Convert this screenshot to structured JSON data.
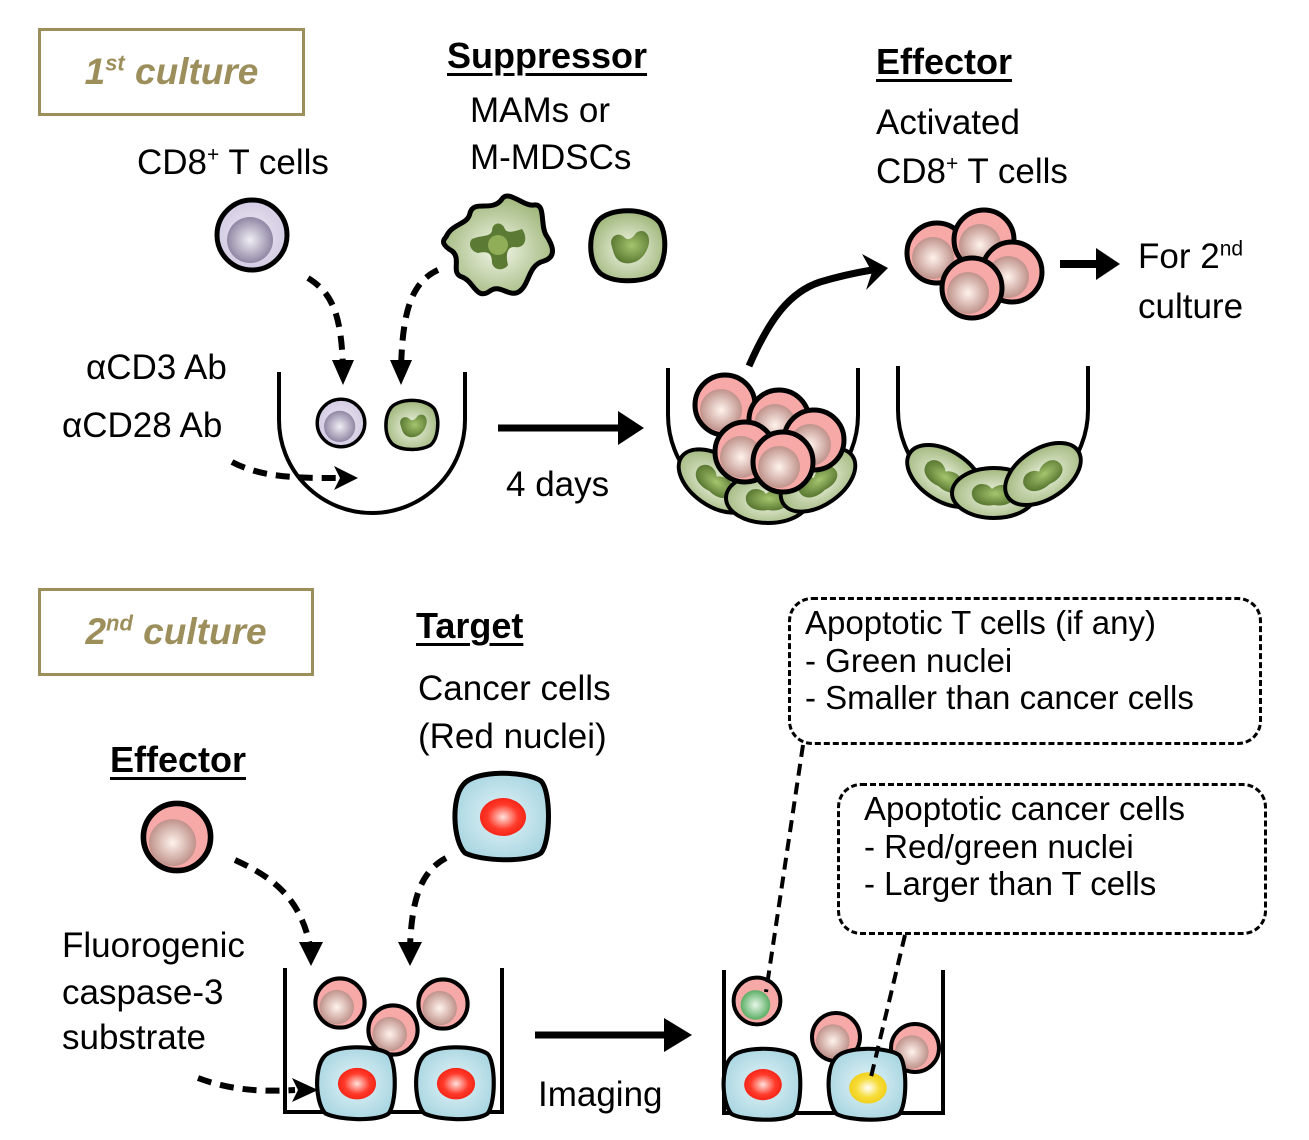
{
  "colors": {
    "culture_label": "#9c8f5c",
    "t_cell_fill": "#f7a9a8",
    "t_cell_nucleus": "#c89a93",
    "naive_t_fill": "#d8d0e6",
    "naive_t_nucleus": "#9a90ad",
    "suppressor_fill": "#a9bf86",
    "suppressor_nucleus": "#5b7a34",
    "cancer_fill": "#a8d8e3",
    "red_nucleus": "#ff2a1a",
    "green_nucleus": "#4caf50",
    "yellow_nucleus": "#f5d21a",
    "outline": "#000000"
  },
  "first_culture": {
    "box_main": "1",
    "box_sup": "st",
    "box_rest": " culture",
    "cd8_label_main": "CD8",
    "cd8_label_sup": "+",
    "cd8_label_rest": " T cells",
    "suppressor_header": "Suppressor",
    "suppressor_line1": "MAMs or",
    "suppressor_line2": "M-MDSCs",
    "effector_header": "Effector",
    "effector_line1": "Activated",
    "effector_line2_main": "CD8",
    "effector_line2_sup": "+",
    "effector_line2_rest": " T cells",
    "antibody_1": "αCD3 Ab",
    "antibody_2": "αCD28 Ab",
    "duration": "4 days",
    "next_line1_main": "For 2",
    "next_line1_sup": "nd",
    "next_line2": "culture"
  },
  "second_culture": {
    "box_main": "2",
    "box_sup": "nd",
    "box_rest": " culture",
    "target_header": "Target",
    "target_line1": "Cancer cells",
    "target_line2": "(Red nuclei)",
    "effector_header": "Effector",
    "substrate_line1": "Fluorogenic",
    "substrate_line2": "caspase-3",
    "substrate_line3": "substrate",
    "step_label": "Imaging",
    "note_t_cells": {
      "title": "Apoptotic  T cells (if any)",
      "bullets": [
        "- Green nuclei",
        "- Smaller than cancer cells"
      ]
    },
    "note_cancer_cells": {
      "title": "Apoptotic  cancer cells",
      "bullets": [
        "- Red/green nuclei",
        "- Larger than T cells"
      ]
    }
  }
}
